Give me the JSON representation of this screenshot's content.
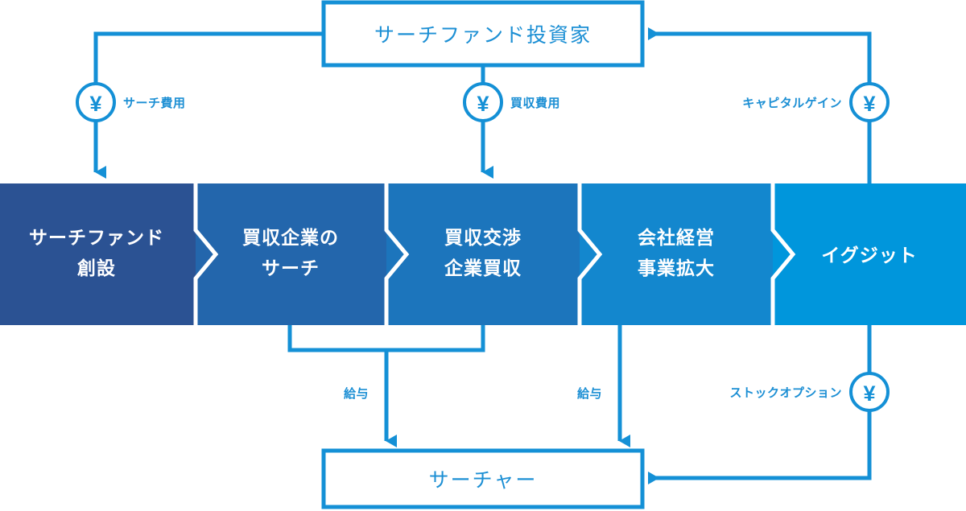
{
  "diagram": {
    "title_box": {
      "label": "サーチファンド投資家",
      "name": "search-fund-investor-box"
    },
    "bottom_box": {
      "label": "サーチャー",
      "name": "searcher-box"
    },
    "stages": [
      {
        "id": "stage-1",
        "lines": [
          "サーチファンド",
          "創設"
        ],
        "color": "#2B5293"
      },
      {
        "id": "stage-2",
        "lines": [
          "買収企業の",
          "サーチ"
        ],
        "color": "#2366AC"
      },
      {
        "id": "stage-3",
        "lines": [
          "買収交渉",
          "企業買収"
        ],
        "color": "#1C75BC"
      },
      {
        "id": "stage-4",
        "lines": [
          "会社経営",
          "事業拡大"
        ],
        "color": "#1387CE"
      },
      {
        "id": "stage-5",
        "lines": [
          "イグジット"
        ],
        "color": "#0096DC"
      }
    ],
    "flows": [
      {
        "id": "flow-search-cost",
        "label": "サーチ費用",
        "icon": "yen-circle-icon",
        "icon_symbol": "¥"
      },
      {
        "id": "flow-acquisition-cost",
        "label": "買収費用",
        "icon": "yen-circle-icon",
        "icon_symbol": "¥"
      },
      {
        "id": "flow-capital-gain",
        "label": "キャピタルゲイン",
        "icon": "yen-circle-icon",
        "icon_symbol": "¥"
      },
      {
        "id": "flow-salary-left",
        "label": "給与",
        "icon": null,
        "icon_symbol": ""
      },
      {
        "id": "flow-salary-right",
        "label": "給与",
        "icon": null,
        "icon_symbol": ""
      },
      {
        "id": "flow-stock-option",
        "label": "ストックオプション",
        "icon": "yen-circle-icon",
        "icon_symbol": "¥"
      }
    ],
    "colors": {
      "accent": "#1C8FD4",
      "line": "#1490D6",
      "box_text": "#1C8FD4",
      "stage_text": "#ffffff",
      "background": "#ffffff"
    }
  }
}
